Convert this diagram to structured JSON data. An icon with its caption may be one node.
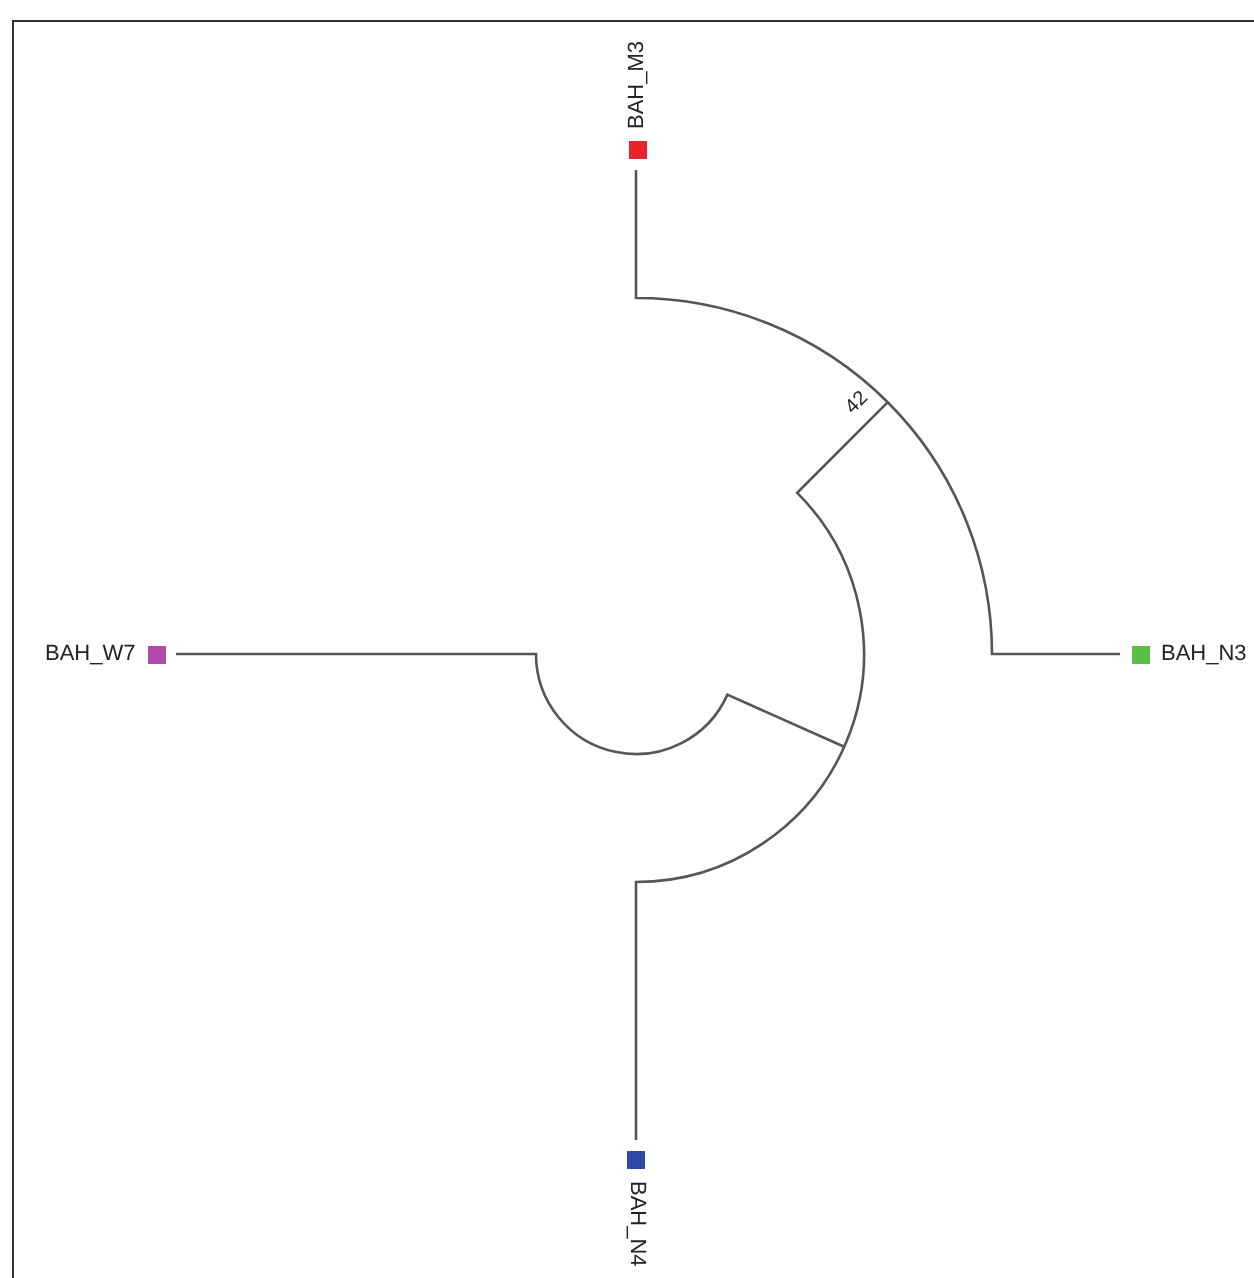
{
  "diagram": {
    "nodes": [
      {
        "text": [
          "BAH_M3"
        ]
      },
      {
        "text": [
          "BAH_N3"
        ]
      },
      {
        "text": [
          "BAH_N4"
        ]
      },
      {
        "text": [
          "BAH_W7"
        ]
      }
    ],
    "labels": [
      "42"
    ]
  }
}
